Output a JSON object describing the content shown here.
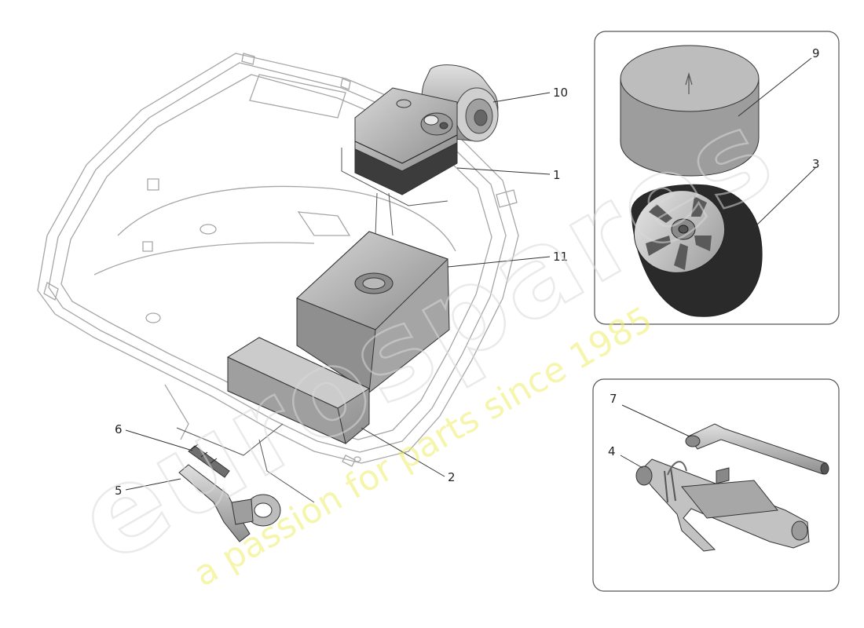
{
  "callouts": [
    "10",
    "1",
    "11",
    "9",
    "3",
    "6",
    "5",
    "2",
    "7",
    "4"
  ],
  "watermark": {
    "brand": "eurospares",
    "tagline": "a passion for parts since 1985"
  },
  "colors": {
    "outline": "#9a9a9a",
    "part_fill": "#c9c9c9",
    "part_dark": "#3a3a3a",
    "tire": "#2a2a2a",
    "panel_border": "#555555"
  }
}
